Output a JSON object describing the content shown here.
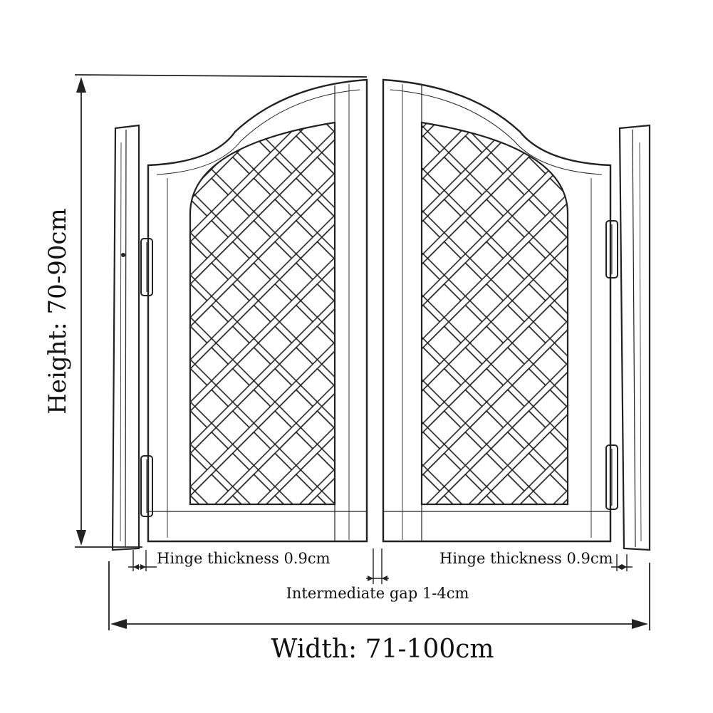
{
  "labels": {
    "height": "Height: 70-90cm",
    "width": "Width: 71-100cm",
    "hinge_left": "Hinge thickness 0.9cm",
    "hinge_right": "Hinge thickness 0.9cm",
    "gap": "Intermediate gap 1-4cm"
  },
  "colors": {
    "ink": "#222222",
    "background": "#ffffff"
  }
}
